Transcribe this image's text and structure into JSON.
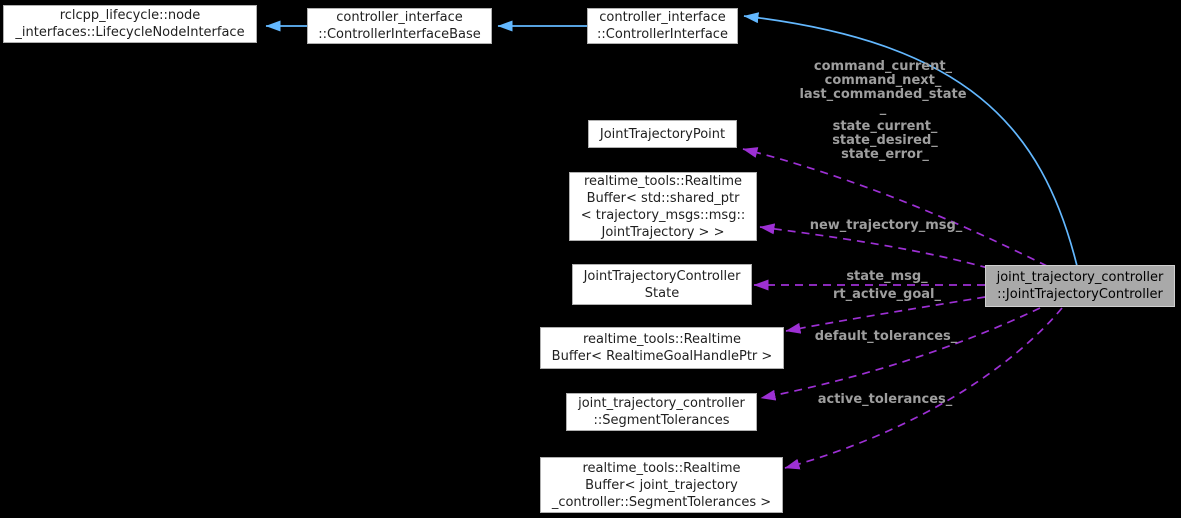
{
  "diagram": {
    "type": "doxygen-collaboration-graph",
    "colors": {
      "background": "#000000",
      "node_fill": "#ffffff",
      "node_border": "#b0b0b0",
      "node_text": "#1f1f1f",
      "main_fill": "#a9a9a9",
      "main_border": "#cfcfcf",
      "inherit_edge": "#63b8ff",
      "usage_edge": "#9d30d4",
      "edge_label": "#9e9e9e"
    },
    "nodes": {
      "lifecycle_node_interface": {
        "label": "rclcpp_lifecycle::node\n_interfaces::LifecycleNodeInterface"
      },
      "controller_interface_base": {
        "label": "controller_interface\n::ControllerInterfaceBase"
      },
      "controller_interface": {
        "label": "controller_interface\n::ControllerInterface"
      },
      "joint_trajectory_point": {
        "label": "JointTrajectoryPoint"
      },
      "realtime_buffer_trajectory": {
        "label": "realtime_tools::Realtime\nBuffer< std::shared_ptr\n< trajectory_msgs::msg::\nJointTrajectory > >"
      },
      "joint_trajectory_controller_state": {
        "label": "JointTrajectoryController\nState"
      },
      "realtime_buffer_goal_handle": {
        "label": "realtime_tools::Realtime\nBuffer< RealtimeGoalHandlePtr >"
      },
      "segment_tolerances": {
        "label": "joint_trajectory_controller\n::SegmentTolerances"
      },
      "realtime_buffer_segment_tolerances": {
        "label": "realtime_tools::Realtime\nBuffer< joint_trajectory\n_controller::SegmentTolerances >"
      },
      "main_node": {
        "label": "joint_trajectory_controller\n::JointTrajectoryController"
      }
    },
    "edge_labels": {
      "command_group": "command_current_\ncommand_next_\nlast_commanded_state\n_",
      "state_group": "state_current_\nstate_desired_\nstate_error_",
      "new_trajectory_msg": "new_trajectory_msg_",
      "state_msg": "state_msg_",
      "rt_active_goal": "rt_active_goal_",
      "default_tolerances": "default_tolerances_",
      "active_tolerances": "active_tolerances_"
    }
  }
}
